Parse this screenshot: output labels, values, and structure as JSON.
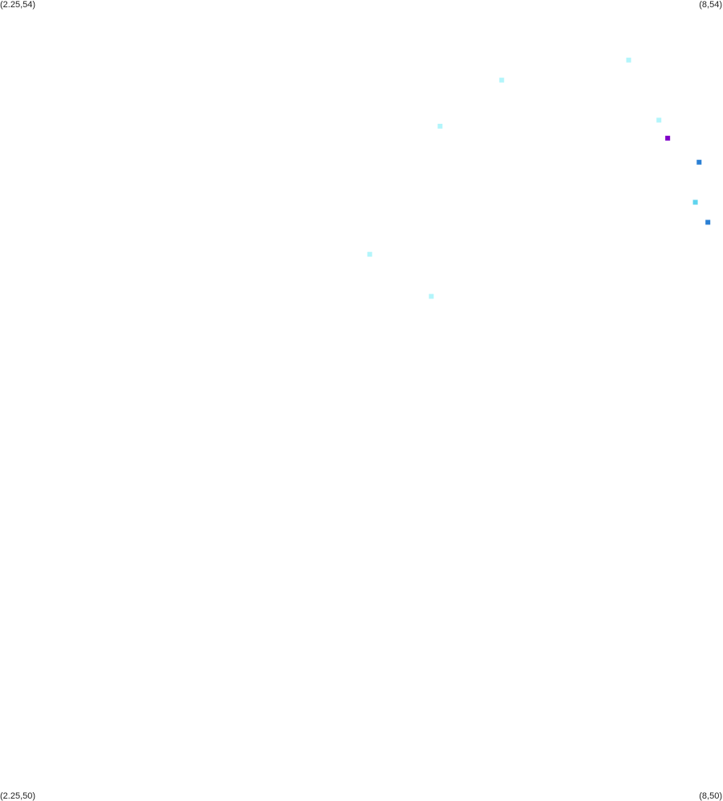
{
  "map": {
    "x_range": [
      2.25,
      8
    ],
    "y_range": [
      50,
      54
    ],
    "corners": {
      "top_left": "(2.25,54)",
      "top_right": "(8,54)",
      "bottom_left": "(2.25,50)",
      "bottom_right": "(8,50)"
    }
  },
  "chart_data": {
    "type": "scatter",
    "xlim": [
      2.25,
      8
    ],
    "ylim": [
      50,
      54
    ],
    "grid": false,
    "points": [
      {
        "x": 7.25,
        "y": 53.7,
        "color": "#b3f5fb"
      },
      {
        "x": 6.24,
        "y": 53.6,
        "color": "#b3f5fb"
      },
      {
        "x": 7.49,
        "y": 53.4,
        "color": "#b3f5fb"
      },
      {
        "x": 5.75,
        "y": 53.37,
        "color": "#b3f5fb"
      },
      {
        "x": 7.56,
        "y": 53.31,
        "color": "#7f00c8"
      },
      {
        "x": 7.81,
        "y": 53.19,
        "color": "#2a7fd4"
      },
      {
        "x": 7.78,
        "y": 52.99,
        "color": "#5fd4ee"
      },
      {
        "x": 7.88,
        "y": 52.89,
        "color": "#2a7fd4"
      },
      {
        "x": 5.19,
        "y": 52.73,
        "color": "#b3f5fb"
      },
      {
        "x": 5.68,
        "y": 52.52,
        "color": "#b3f5fb"
      }
    ]
  }
}
